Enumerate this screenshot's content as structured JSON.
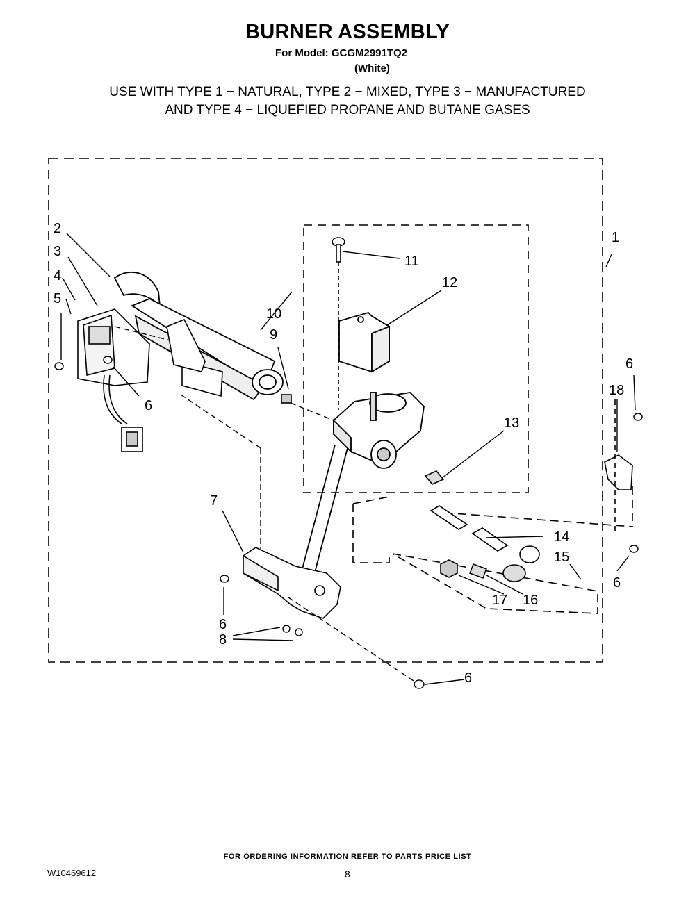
{
  "header": {
    "title": "BURNER ASSEMBLY",
    "model_line": "For Model: GCGM2991TQ2",
    "color_line": "(White)",
    "usage_line_1": "USE WITH TYPE 1 − NATURAL, TYPE 2 − MIXED, TYPE 3 − MANUFACTURED",
    "usage_line_2": "AND TYPE 4 − LIQUEFIED PROPANE AND BUTANE GASES"
  },
  "diagram": {
    "callouts": {
      "c1": "1",
      "c2": "2",
      "c3": "3",
      "c4": "4",
      "c5": "5",
      "c6a": "6",
      "c6b": "6",
      "c6c": "6",
      "c6d": "6",
      "c6e": "6",
      "c7": "7",
      "c8": "8",
      "c9": "9",
      "c10": "10",
      "c11": "11",
      "c12": "12",
      "c13": "13",
      "c14": "14",
      "c15": "15",
      "c16": "16",
      "c17": "17",
      "c18": "18"
    }
  },
  "footer": {
    "ordering_note": "FOR ORDERING INFORMATION REFER TO PARTS PRICE LIST",
    "document_number": "W10469612",
    "page_number": "8"
  }
}
